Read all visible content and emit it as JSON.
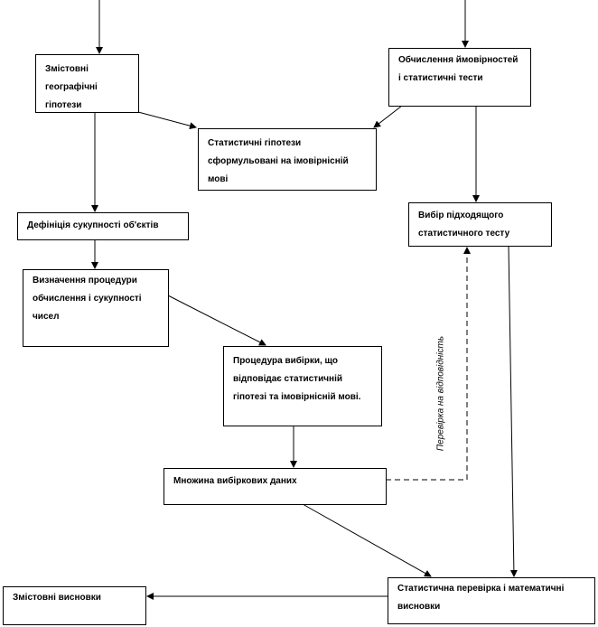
{
  "nodes": {
    "geo_hypotheses": "Змістовні географічні гіпотези",
    "probability_calc": "Обчислення ймовірностей і статистичні тести",
    "stat_hypotheses": "Статистичні гіпотези сформульовані на імовірнісній мові",
    "population_definition": "Дефініція сукупності об'єктів",
    "test_choice": "Вибір підходящого статистичного тесту",
    "procedure_definition": "Визначення процедури обчислення і сукупності чисел",
    "sampling_procedure": "Процедура вибірки, що відповідає статистичній гіпотезі та імовірнісній мові.",
    "sample_data": "Множина вибіркових даних",
    "stat_check": "Статистична перевірка і математичні висновки",
    "conclusions": "Змістовні висновки"
  },
  "edge_label": "Перевірка на відповідність"
}
